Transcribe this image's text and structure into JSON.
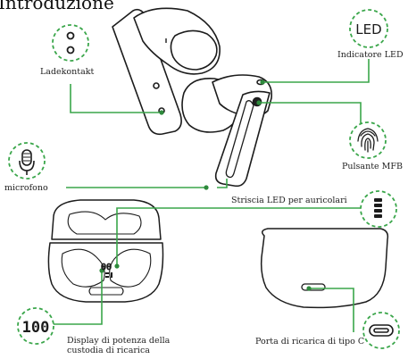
{
  "title": "Introduzione",
  "colors": {
    "accent": "#3aa64a",
    "line": "#1c1c1c"
  },
  "labels": {
    "charge_contact": "Ladekontakt",
    "led_indicator": "Indicatore LED",
    "mfb_button": "Pulsante MFB",
    "microphone": "microfono",
    "led_strip": "Striscia LED per auricolari",
    "power_display_line1": "Display di potenza della",
    "power_display_line2": "custodia di ricarica",
    "type_c_port": "Porta di ricarica di tipo C"
  },
  "icons": {
    "led_badge_text": "LED",
    "display_badge_text": "100",
    "case_display_text": "00"
  }
}
